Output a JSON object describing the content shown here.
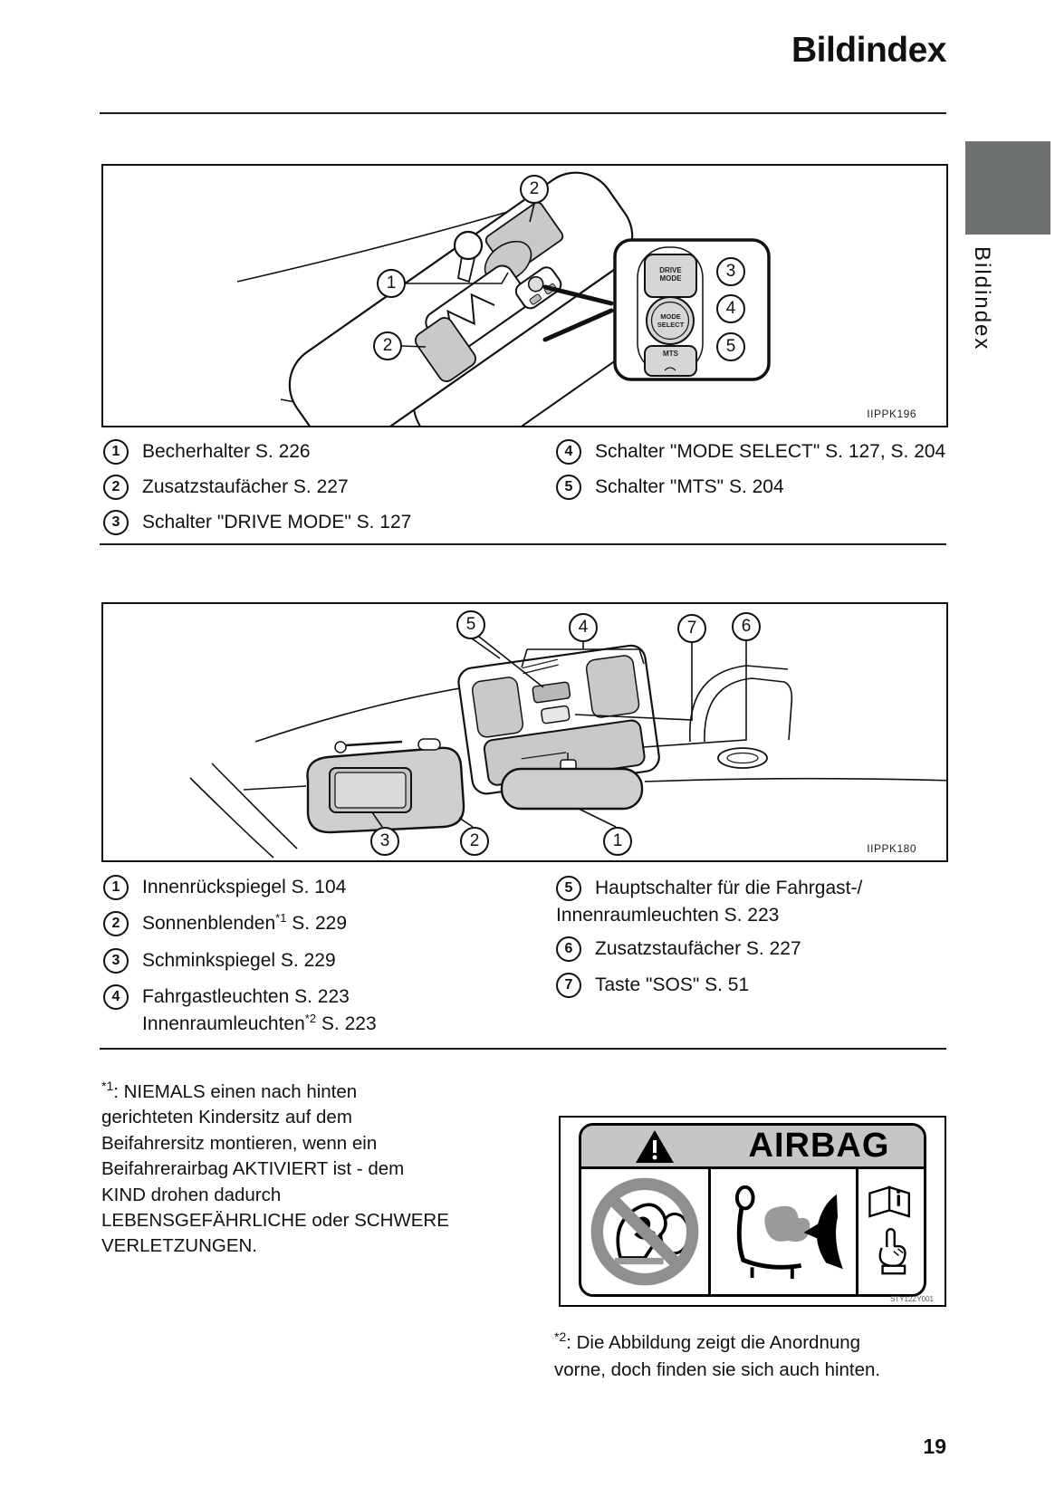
{
  "page": {
    "title": "Bildindex",
    "tab_label": "Bildindex",
    "number": "19"
  },
  "figure1": {
    "code": "IIPPK196",
    "callouts": [
      "2",
      "1",
      "2",
      "3",
      "4",
      "5"
    ],
    "buttons": {
      "drive_mode_1": "DRIVE",
      "drive_mode_2": "MODE",
      "mode_select_1": "MODE",
      "mode_select_2": "SELECT",
      "mts": "MTS"
    },
    "legend_left": [
      {
        "num": "1",
        "t1": "Becherhalter S. 226",
        "sup": "",
        "t2": ""
      },
      {
        "num": "2",
        "t1": "Zusatzstaufächer S. 227",
        "sup": "",
        "t2": ""
      },
      {
        "num": "3",
        "t1": "Schalter \"DRIVE MODE\" S. 127",
        "sup": "",
        "t2": ""
      }
    ],
    "legend_right": [
      {
        "num": "4",
        "t1": "Schalter \"MODE SELECT\" S. 127, S. 204",
        "sup": "",
        "t2": ""
      },
      {
        "num": "5",
        "t1": "Schalter \"MTS\" S. 204",
        "sup": "",
        "t2": ""
      }
    ]
  },
  "figure2": {
    "code": "IIPPK180",
    "callouts": [
      "5",
      "4",
      "7",
      "6",
      "3",
      "2",
      "1"
    ],
    "legend_left": [
      {
        "num": "1",
        "t1": "Innenrückspiegel S. 104",
        "sup": "",
        "t2": ""
      },
      {
        "num": "2",
        "t1": "Sonnenblenden",
        "sup": "*1",
        "t2": " S. 229"
      },
      {
        "num": "3",
        "t1": "Schminkspiegel S. 229",
        "sup": "",
        "t2": ""
      },
      {
        "num": "4",
        "t1": "Fahrgastleuchten S. 223",
        "sup": "",
        "t2": ""
      }
    ],
    "legend_left_cont": {
      "t1": "Innenraumleuchten",
      "sup": "*2",
      "t2": " S. 223"
    },
    "legend_right": [
      {
        "num": "5",
        "t1": "Hauptschalter für die Fahrgast-/",
        "sup": "",
        "t2": ""
      },
      {
        "num": "6",
        "t1": "Zusatzstaufächer S. 227",
        "sup": "",
        "t2": ""
      },
      {
        "num": "7",
        "t1": "Taste \"SOS\" S. 51",
        "sup": "",
        "t2": ""
      }
    ],
    "legend_right_cont": {
      "t1": "Innenraumleuchten S. 223",
      "sup": "",
      "t2": ""
    }
  },
  "footnote1": {
    "sup": "*1",
    "lines": [
      ": NIEMALS einen nach hinten",
      "gerichteten Kindersitz auf dem",
      "Beifahrersitz montieren, wenn ein",
      "Beifahrerairbag AKTIVIERT ist - dem",
      "KIND drohen dadurch",
      "LEBENSGEFÄHRLICHE oder SCHWERE",
      "VERLETZUNGEN."
    ]
  },
  "airbag_label": {
    "title": "AIRBAG",
    "code": "STY12ZY001"
  },
  "footnote2": {
    "sup": "*2",
    "lines": [
      ": Die Abbildung zeigt die Anordnung",
      "vorne, doch finden sie sich auch hinten."
    ]
  }
}
